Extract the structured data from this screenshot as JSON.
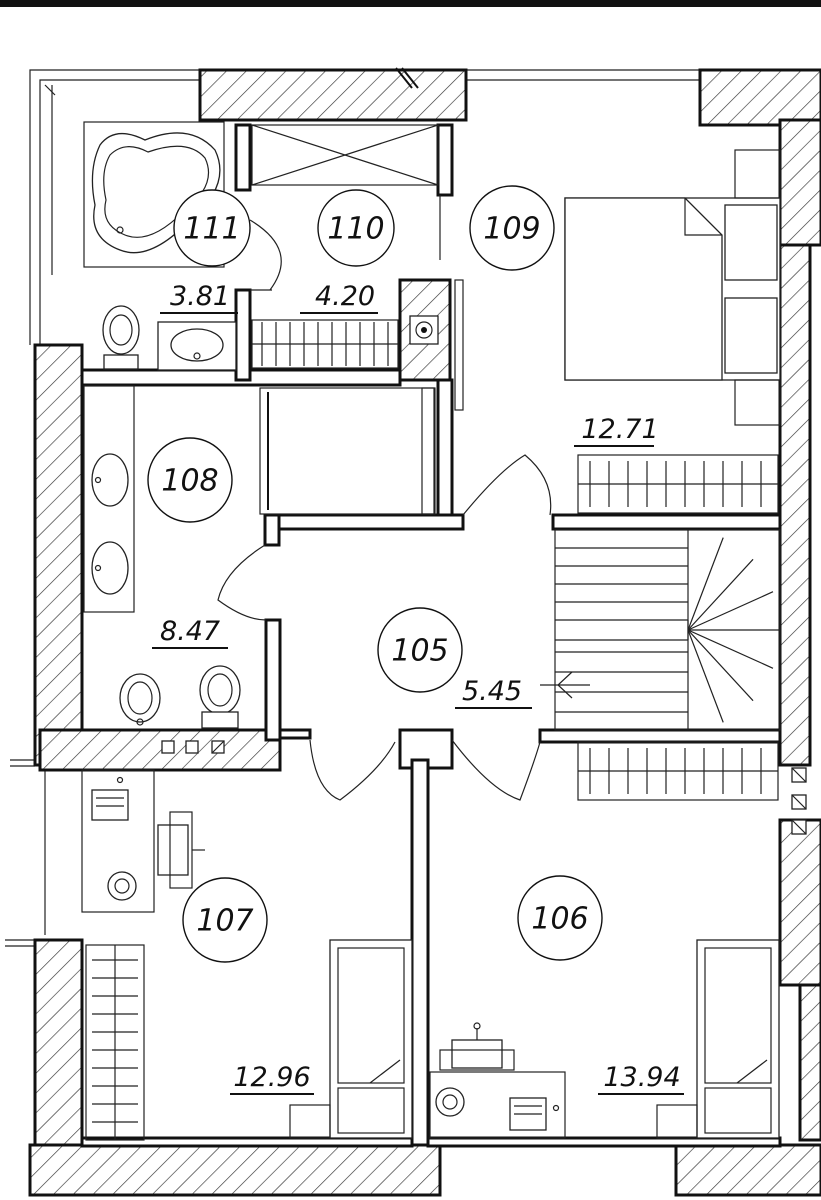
{
  "rooms": [
    {
      "id": "r111",
      "number": "111",
      "area": "3.81"
    },
    {
      "id": "r110",
      "number": "110",
      "area": "4.20"
    },
    {
      "id": "r109",
      "number": "109",
      "area": "12.71"
    },
    {
      "id": "r108",
      "number": "108",
      "area": "8.47"
    },
    {
      "id": "r105",
      "number": "105",
      "area": "5.45"
    },
    {
      "id": "r107",
      "number": "107",
      "area": "12.96"
    },
    {
      "id": "r106",
      "number": "106",
      "area": "13.94"
    }
  ]
}
